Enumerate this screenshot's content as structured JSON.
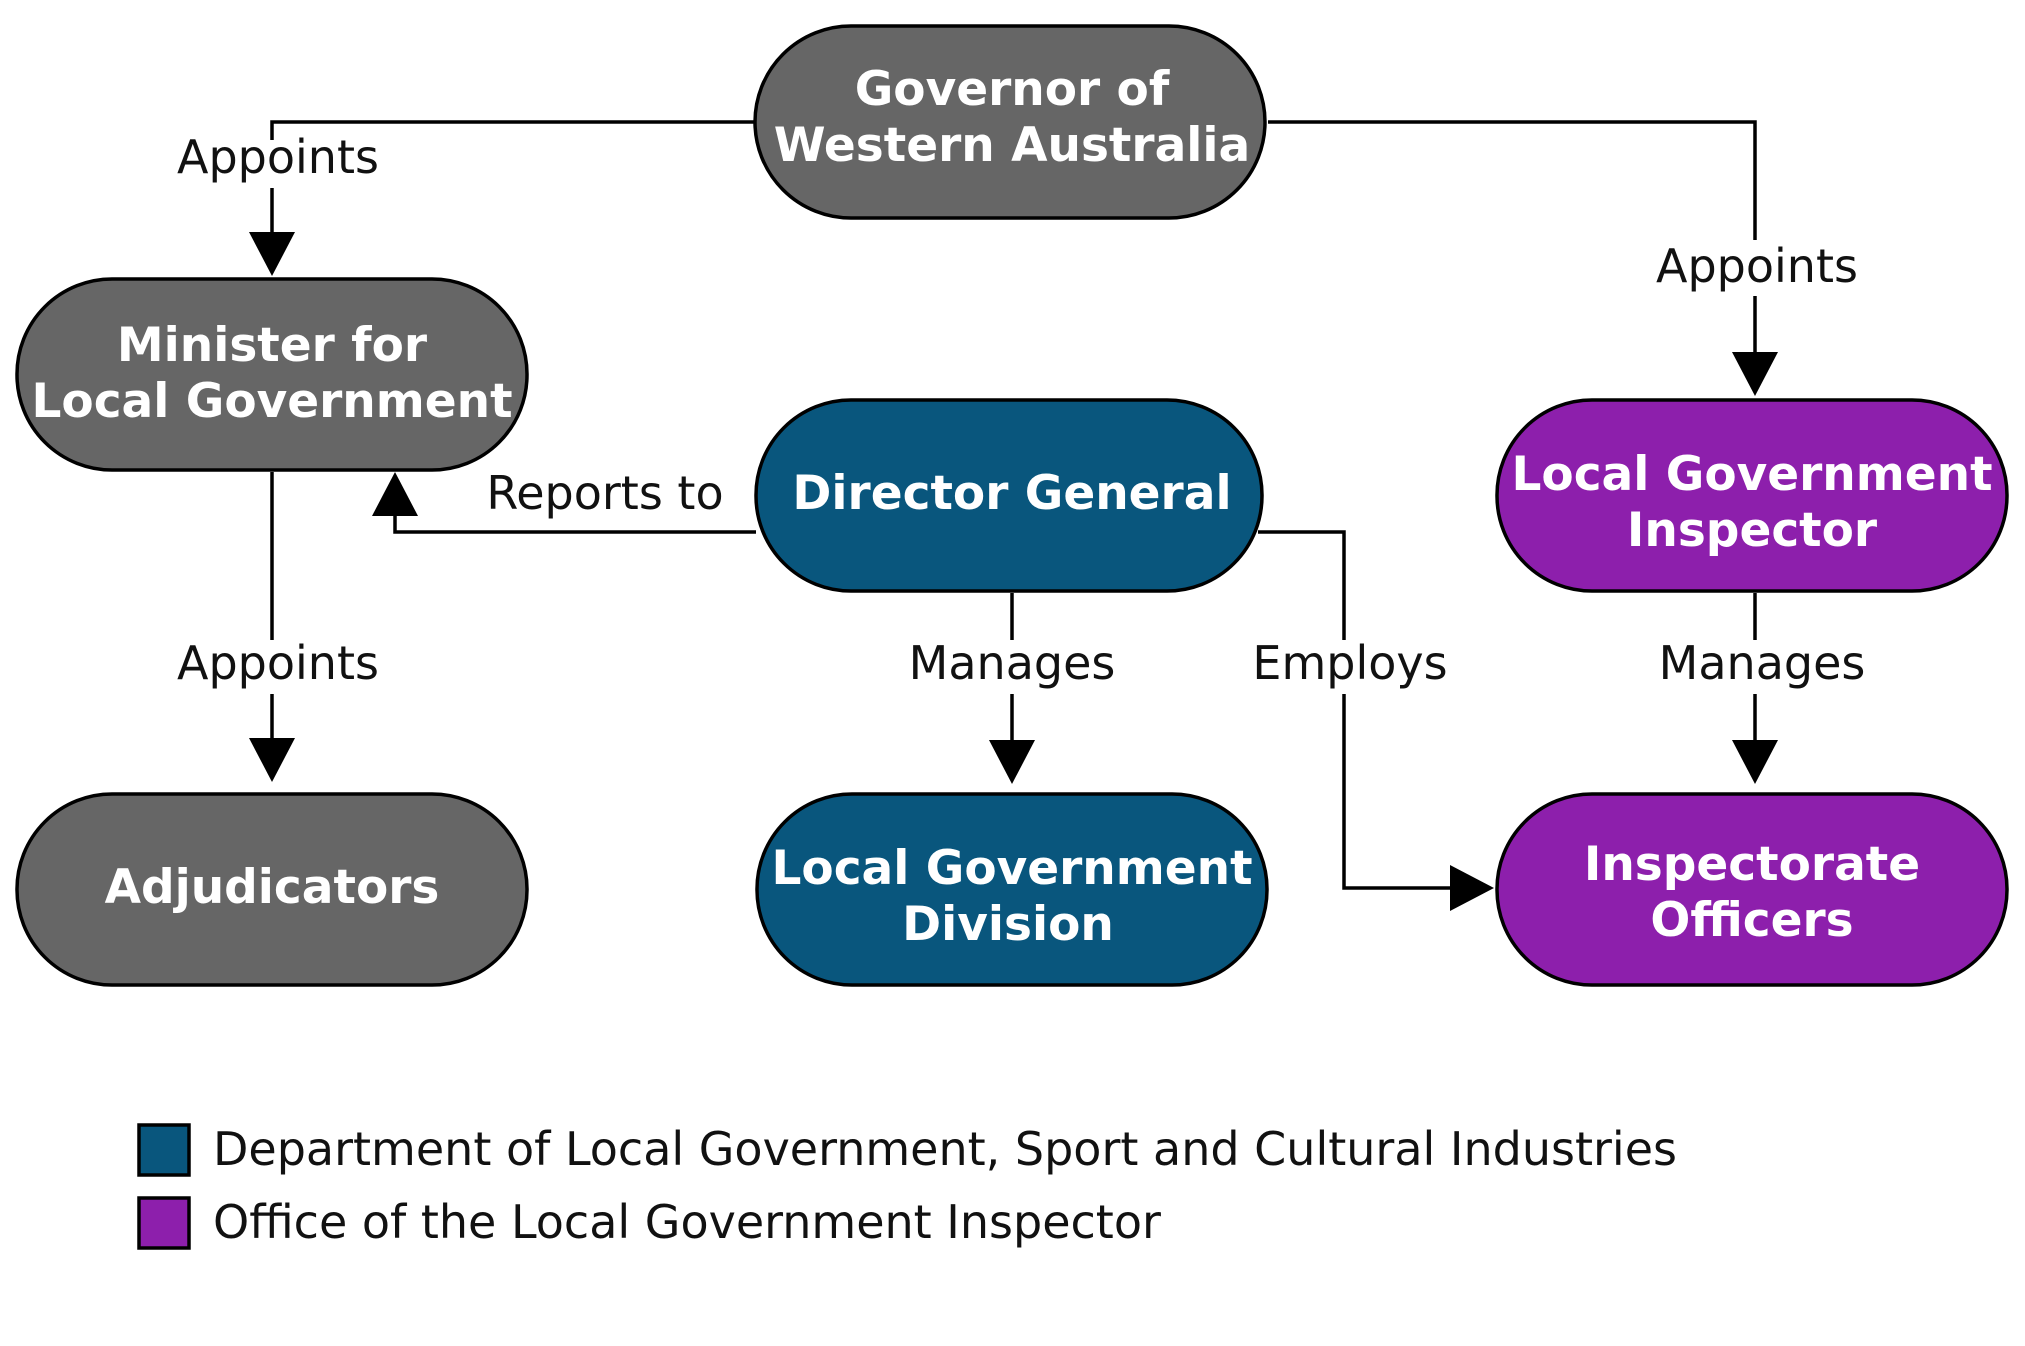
{
  "colors": {
    "government": "#666666",
    "department": "#09567d",
    "inspector_office": "#8d1fac",
    "line": "#000000",
    "text_on_node": "#ffffff"
  },
  "nodes": {
    "governor": {
      "line1": "Governor of",
      "line2": "Western Australia"
    },
    "minister": {
      "line1": "Minister for",
      "line2": "Local Government"
    },
    "director": {
      "line1": "Director General"
    },
    "lg_inspector": {
      "line1": "Local Government",
      "line2": "Inspector"
    },
    "adjudicators": {
      "line1": "Adjudicators"
    },
    "lg_division": {
      "line1": "Local Government",
      "line2": "Division"
    },
    "inspectorate": {
      "line1": "Inspectorate",
      "line2": "Officers"
    }
  },
  "edges": {
    "governor_minister": "Appoints",
    "governor_inspector": "Appoints",
    "minister_adjudicators": "Appoints",
    "director_minister": "Reports to",
    "director_division": "Manages",
    "director_inspectorate": "Employs",
    "inspector_inspectorate": "Manages"
  },
  "legend": [
    {
      "label": "Department of Local Government, Sport and Cultural Industries",
      "color": "#09567d"
    },
    {
      "label": "Office of the Local Government Inspector",
      "color": "#8d1fac"
    }
  ]
}
